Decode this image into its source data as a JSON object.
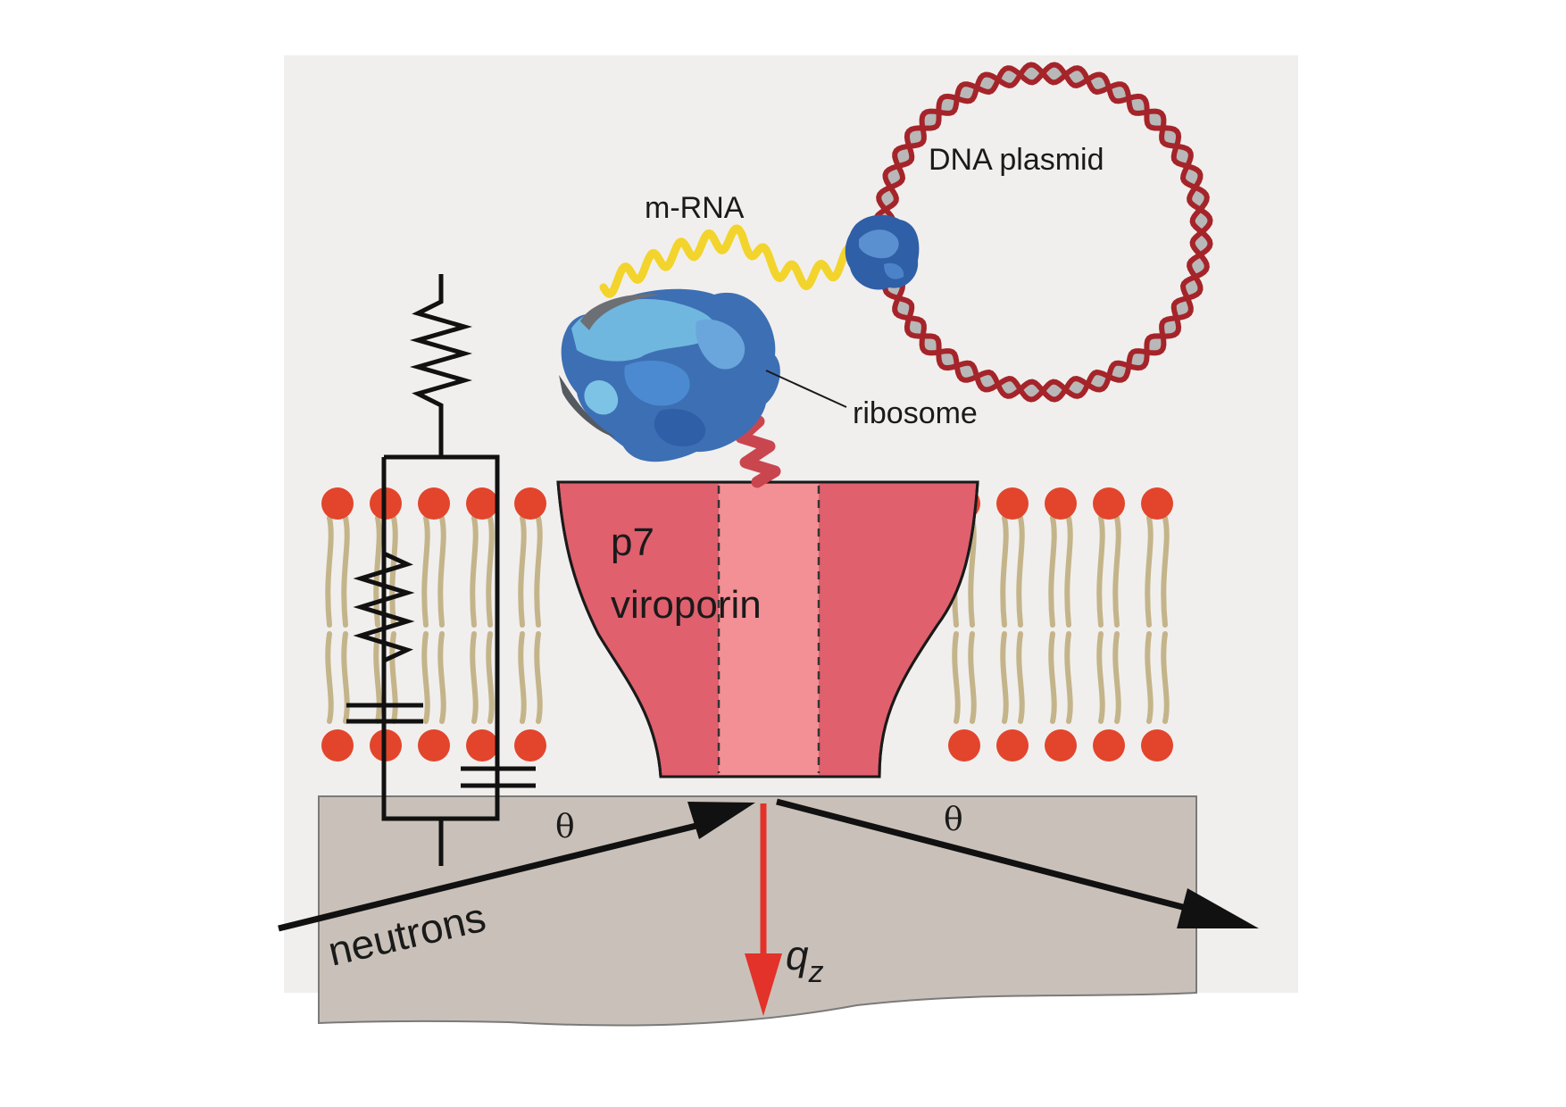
{
  "labels": {
    "dna_plasmid": "DNA plasmid",
    "mrna": "m-RNA",
    "ribosome": "ribosome",
    "viroporin_line1": "p7",
    "viroporin_line2": "viroporin",
    "theta_in": "θ",
    "theta_out": "θ",
    "neutrons": "neutrons",
    "qz_q": "q",
    "qz_sub": "z"
  },
  "colors": {
    "background_panel": "#f1efed",
    "substrate": "#c9c1b9",
    "lipid_head": "#e2452c",
    "lipid_tail": "#c4b48a",
    "viroporin": "#e0606d",
    "viroporin_pore": "#f29095",
    "dna_backbone": "#a5242a",
    "mrna": "#f2d42c",
    "ribosome_dark": "#2f5fa7",
    "ribosome_light": "#6fb7de",
    "qz_arrow": "#e2322a",
    "circuit": "#111111"
  }
}
